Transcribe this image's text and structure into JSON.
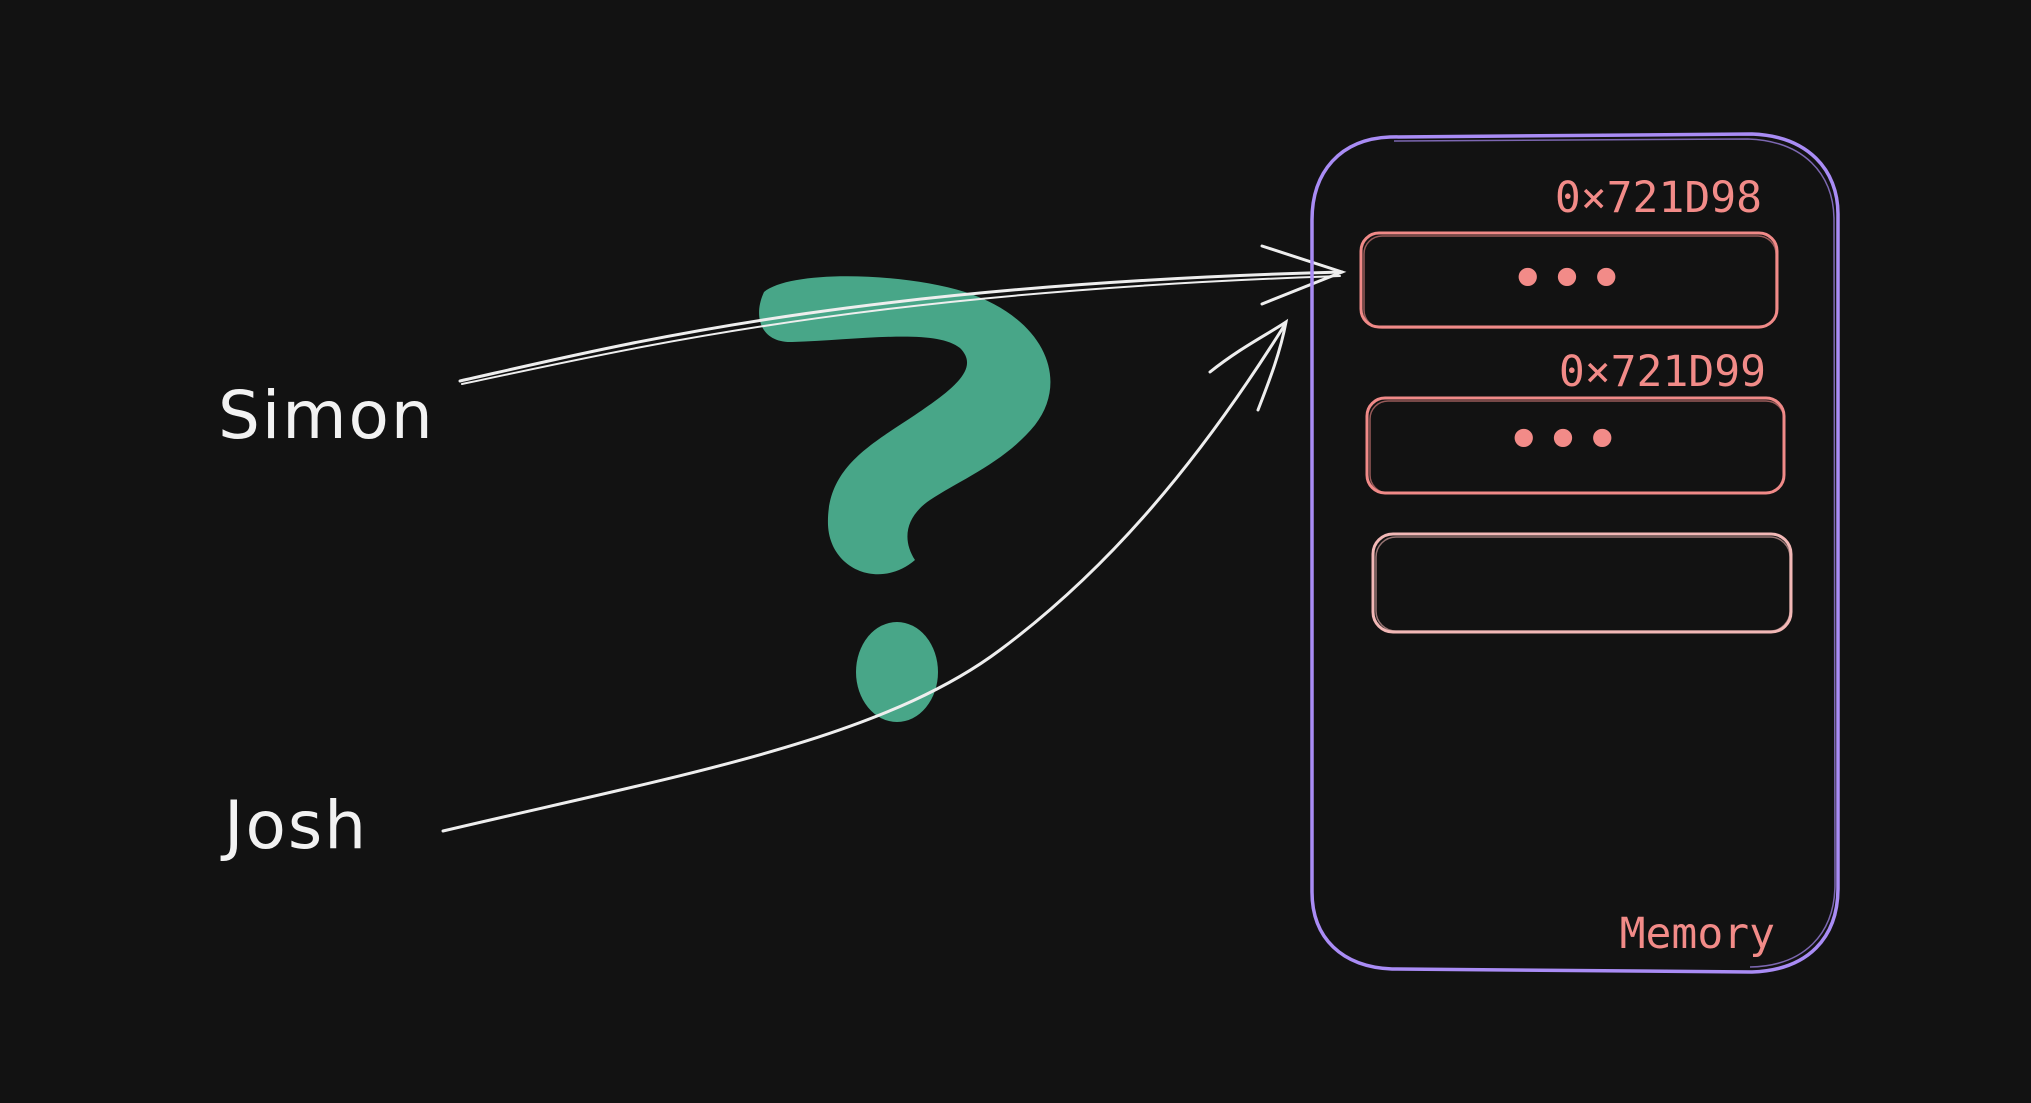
{
  "labels": {
    "simon": "Simon",
    "josh": "Josh",
    "memory": "Memory"
  },
  "memory": {
    "cells": [
      {
        "address": "0×721D98",
        "content": "•••"
      },
      {
        "address": "0×721D99",
        "content": "•••"
      },
      {
        "address": "",
        "content": ""
      }
    ]
  },
  "colors": {
    "background": "#121212",
    "text": "#f2f2f2",
    "arrow": "#eeeeee",
    "memory_border": "#a98cf5",
    "cell_border": "#f08a88",
    "empty_cell_border": "#f2b8b6",
    "address_text": "#f28b88",
    "question_mark": "#4db392"
  },
  "icons": {
    "question_mark": "question-mark-icon"
  }
}
